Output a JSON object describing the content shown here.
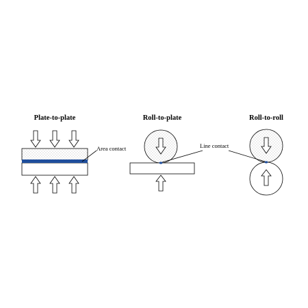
{
  "labels": {
    "plate_to_plate": "Plate-to-plate",
    "roll_to_plate": "Roll-to-plate",
    "roll_to_roll": "Roll-to-roll",
    "area_contact": "Area contact",
    "line_contact": "Line contact"
  },
  "colors": {
    "contact_layer": "#1f4e9c",
    "stipple": "#9a9a9a",
    "outline": "#000000"
  }
}
